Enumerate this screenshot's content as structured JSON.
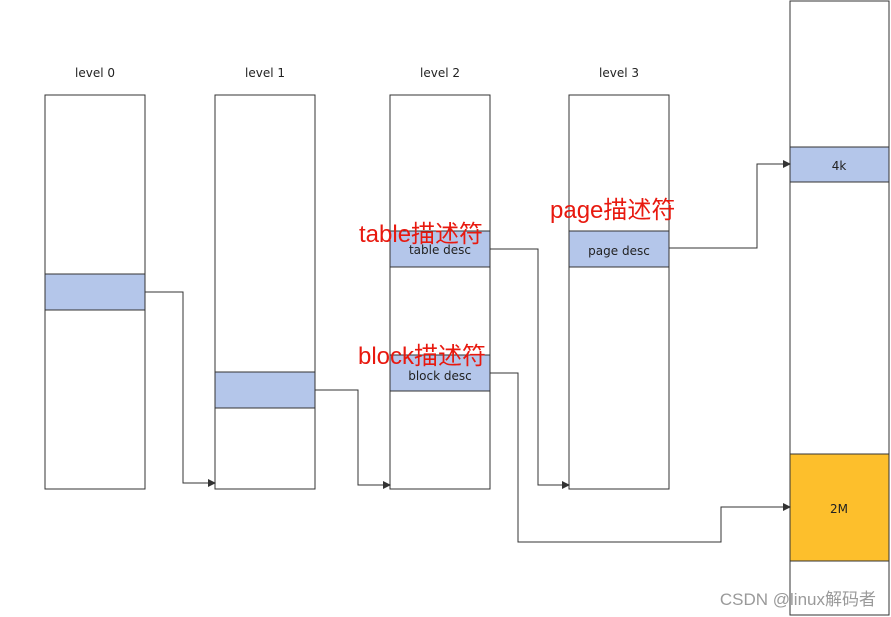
{
  "levels": [
    {
      "label": "level 0"
    },
    {
      "label": "level 1"
    },
    {
      "label": "level 2"
    },
    {
      "label": "level 3"
    }
  ],
  "entries": {
    "table_desc": "table desc",
    "block_desc": "block desc",
    "page_desc": "page desc"
  },
  "memory": {
    "small_page": "4k",
    "large_block": "2M"
  },
  "annotations": {
    "table": "table描述符",
    "block": "block描述符",
    "page": "page描述符"
  },
  "watermark": "CSDN @linux解码者",
  "colors": {
    "entry_fill": "#b4c6ea",
    "block_fill": "#fdbf2c",
    "annotation": "#e8190f",
    "line": "#333333"
  }
}
